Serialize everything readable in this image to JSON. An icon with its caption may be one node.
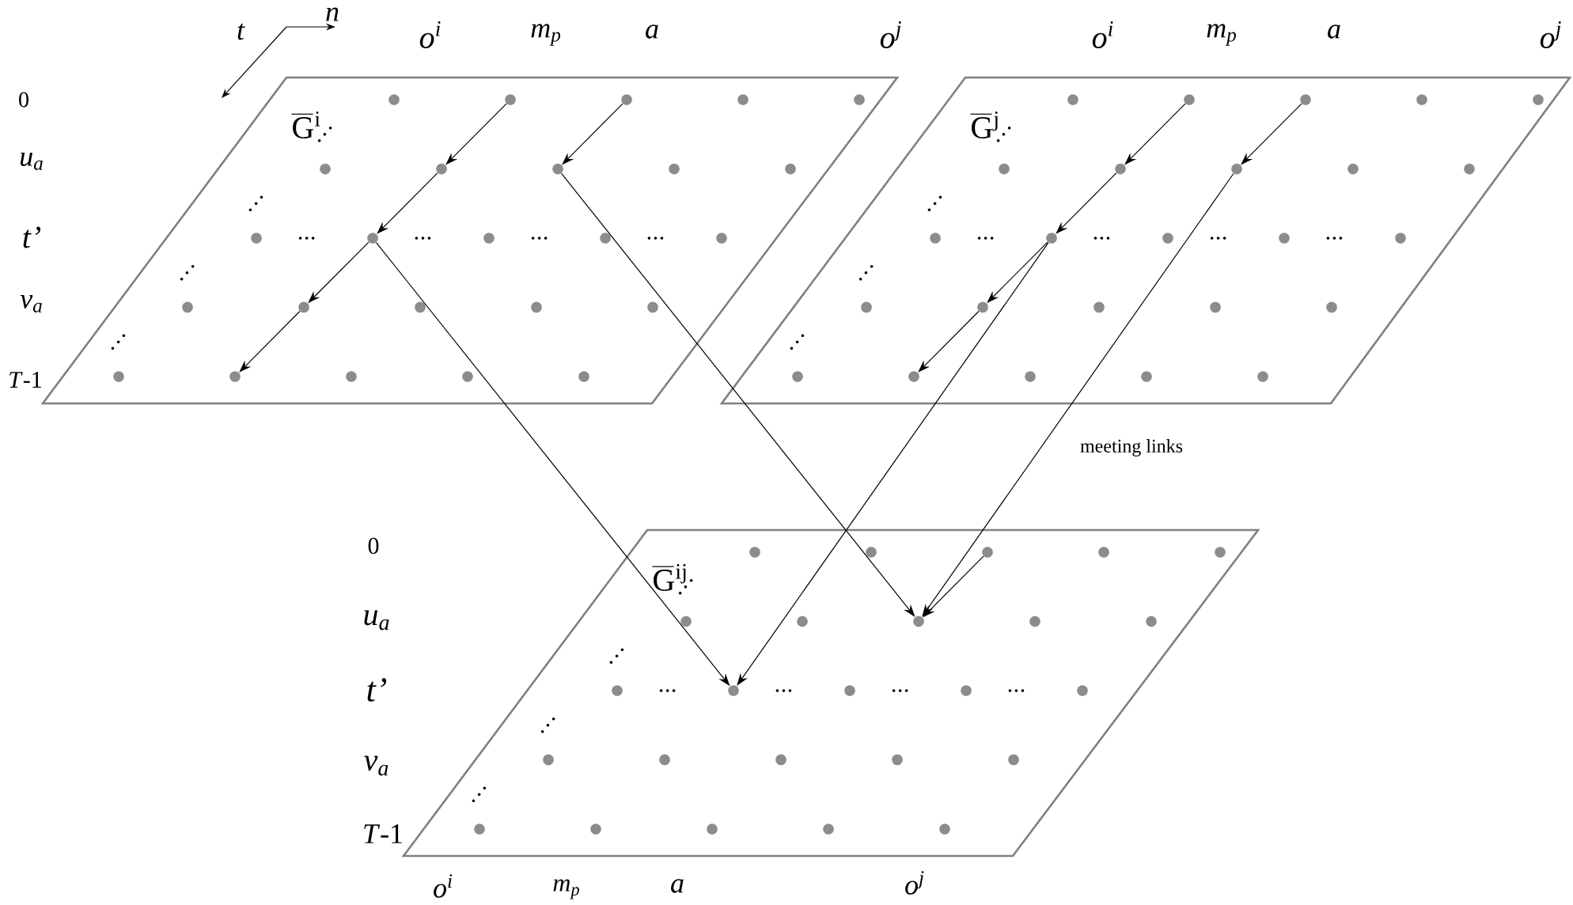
{
  "diagram": {
    "nodes": [
      {
        "text": [
          "G$^{i}$"
        ]
      },
      {
        "text": [],
        "shape": "circle",
        "in": 0
      },
      {
        "text": [],
        "shape": "circle",
        "in": 0
      },
      {
        "text": [],
        "shape": "circle",
        "in": 0
      },
      {
        "text": [],
        "shape": "circle",
        "in": 0
      },
      {
        "text": [],
        "shape": "circle",
        "in": 0
      },
      {
        "text": [],
        "shape": "circle",
        "in": 0
      },
      {
        "text": [],
        "shape": "circle",
        "in": 0
      },
      {
        "text": [
          "G$^{j}$"
        ]
      },
      {
        "text": [],
        "shape": "circle",
        "in": 8
      },
      {
        "text": [],
        "shape": "circle",
        "in": 8
      },
      {
        "text": [],
        "shape": "circle",
        "in": 8
      },
      {
        "text": [],
        "shape": "circle",
        "in": 8
      },
      {
        "text": [],
        "shape": "circle",
        "in": 8
      },
      {
        "text": [],
        "shape": "circle",
        "in": 8
      },
      {
        "text": [],
        "shape": "circle",
        "in": 8
      },
      {
        "text": [
          "G$^{ij}$"
        ]
      },
      {
        "text": [],
        "shape": "circle",
        "in": 16
      },
      {
        "text": [],
        "shape": "circle",
        "in": 16
      },
      {
        "text": [],
        "shape": "circle",
        "in": 16
      }
    ],
    "edges": [
      {
        "from": 1,
        "to": 3,
        "arrow": "to"
      },
      {
        "from": 3,
        "to": 5,
        "arrow": "to"
      },
      {
        "from": 5,
        "to": 6,
        "arrow": "to"
      },
      {
        "from": 6,
        "to": 7,
        "arrow": "to"
      },
      {
        "from": 2,
        "to": 4,
        "arrow": "to"
      },
      {
        "from": 4,
        "to": 18,
        "arrow": "to"
      },
      {
        "from": 5,
        "to": 19,
        "arrow": "to"
      },
      {
        "from": 9,
        "to": 11,
        "arrow": "to"
      },
      {
        "from": 11,
        "to": 13,
        "arrow": "to"
      },
      {
        "from": 13,
        "to": 14,
        "arrow": "to"
      },
      {
        "from": 14,
        "to": 15,
        "arrow": "to"
      },
      {
        "from": 10,
        "to": 12,
        "arrow": "to"
      },
      {
        "from": 13,
        "to": 19,
        "arrow": "to"
      },
      {
        "from": 12,
        "to": 18,
        "arrow": "to"
      },
      {
        "from": 17,
        "to": 18,
        "arrow": "to"
      }
    ],
    "labels": [
      "n",
      "t",
      "o$^{i}$",
      "m$_{p}$",
      "a",
      "o$^{j}$",
      "o$^{i}$",
      "m$_{p}$",
      "a",
      "o$^{j}$",
      "0",
      "u$_{a}$",
      "t’",
      "v$_{a}$",
      "*T*-1",
      "meeting links",
      "0",
      "u$_{a}$",
      "t’",
      "v$_{a}$",
      "*T*-1",
      "o$^{i}$",
      "m$_{p}$",
      "a",
      "o$^{j}$"
    ]
  }
}
